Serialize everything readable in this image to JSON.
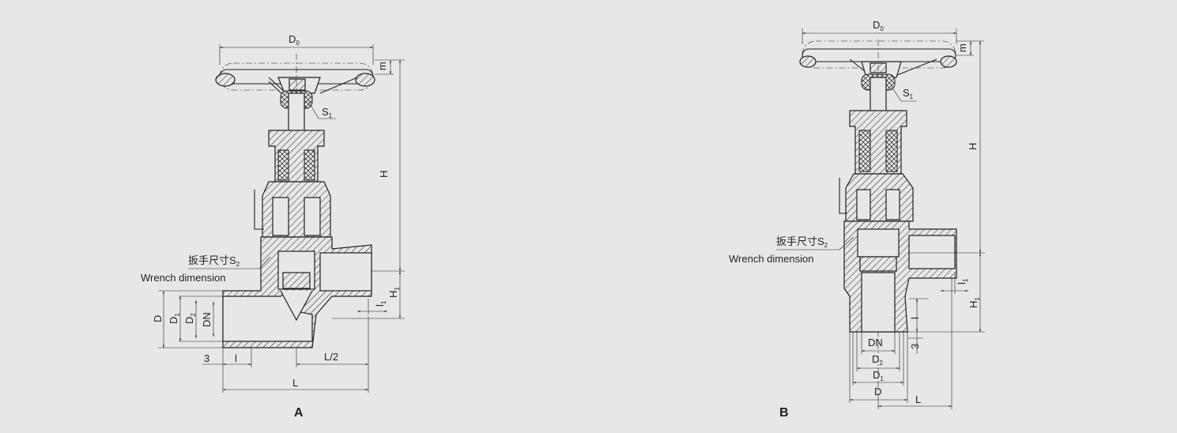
{
  "figure_a": {
    "caption": "A",
    "labels": {
      "d0": "D",
      "d0_sub": "0",
      "m": "m",
      "s1": "S",
      "s1_sub": "1",
      "h": "H",
      "h1": "H",
      "h1_sub": "1",
      "l1": "l",
      "l1_sub": "1",
      "wrench_cn": "扳手尺寸S",
      "wrench_cn_sub": "2",
      "wrench_en": "Wrench dimension",
      "d": "D",
      "d1": "D",
      "d1_sub": "1",
      "d2": "D",
      "d2_sub": "2",
      "dn": "DN",
      "three": "3",
      "l": "l",
      "l_half": "L/2",
      "l_total": "L"
    }
  },
  "figure_b": {
    "caption": "B",
    "labels": {
      "d0": "D",
      "d0_sub": "0",
      "m": "m",
      "s1": "S",
      "s1_sub": "1",
      "h": "H",
      "h1": "H",
      "h1_sub": "1",
      "l1": "l",
      "l1_sub": "1",
      "wrench_cn": "扳手尺寸S",
      "wrench_cn_sub": "2",
      "wrench_en": "Wrench dimension",
      "l": "l",
      "three": "3",
      "dn": "DN",
      "d2": "D",
      "d2_sub": "2",
      "d1": "D",
      "d1_sub": "1",
      "d": "D",
      "l_total": "L"
    }
  }
}
